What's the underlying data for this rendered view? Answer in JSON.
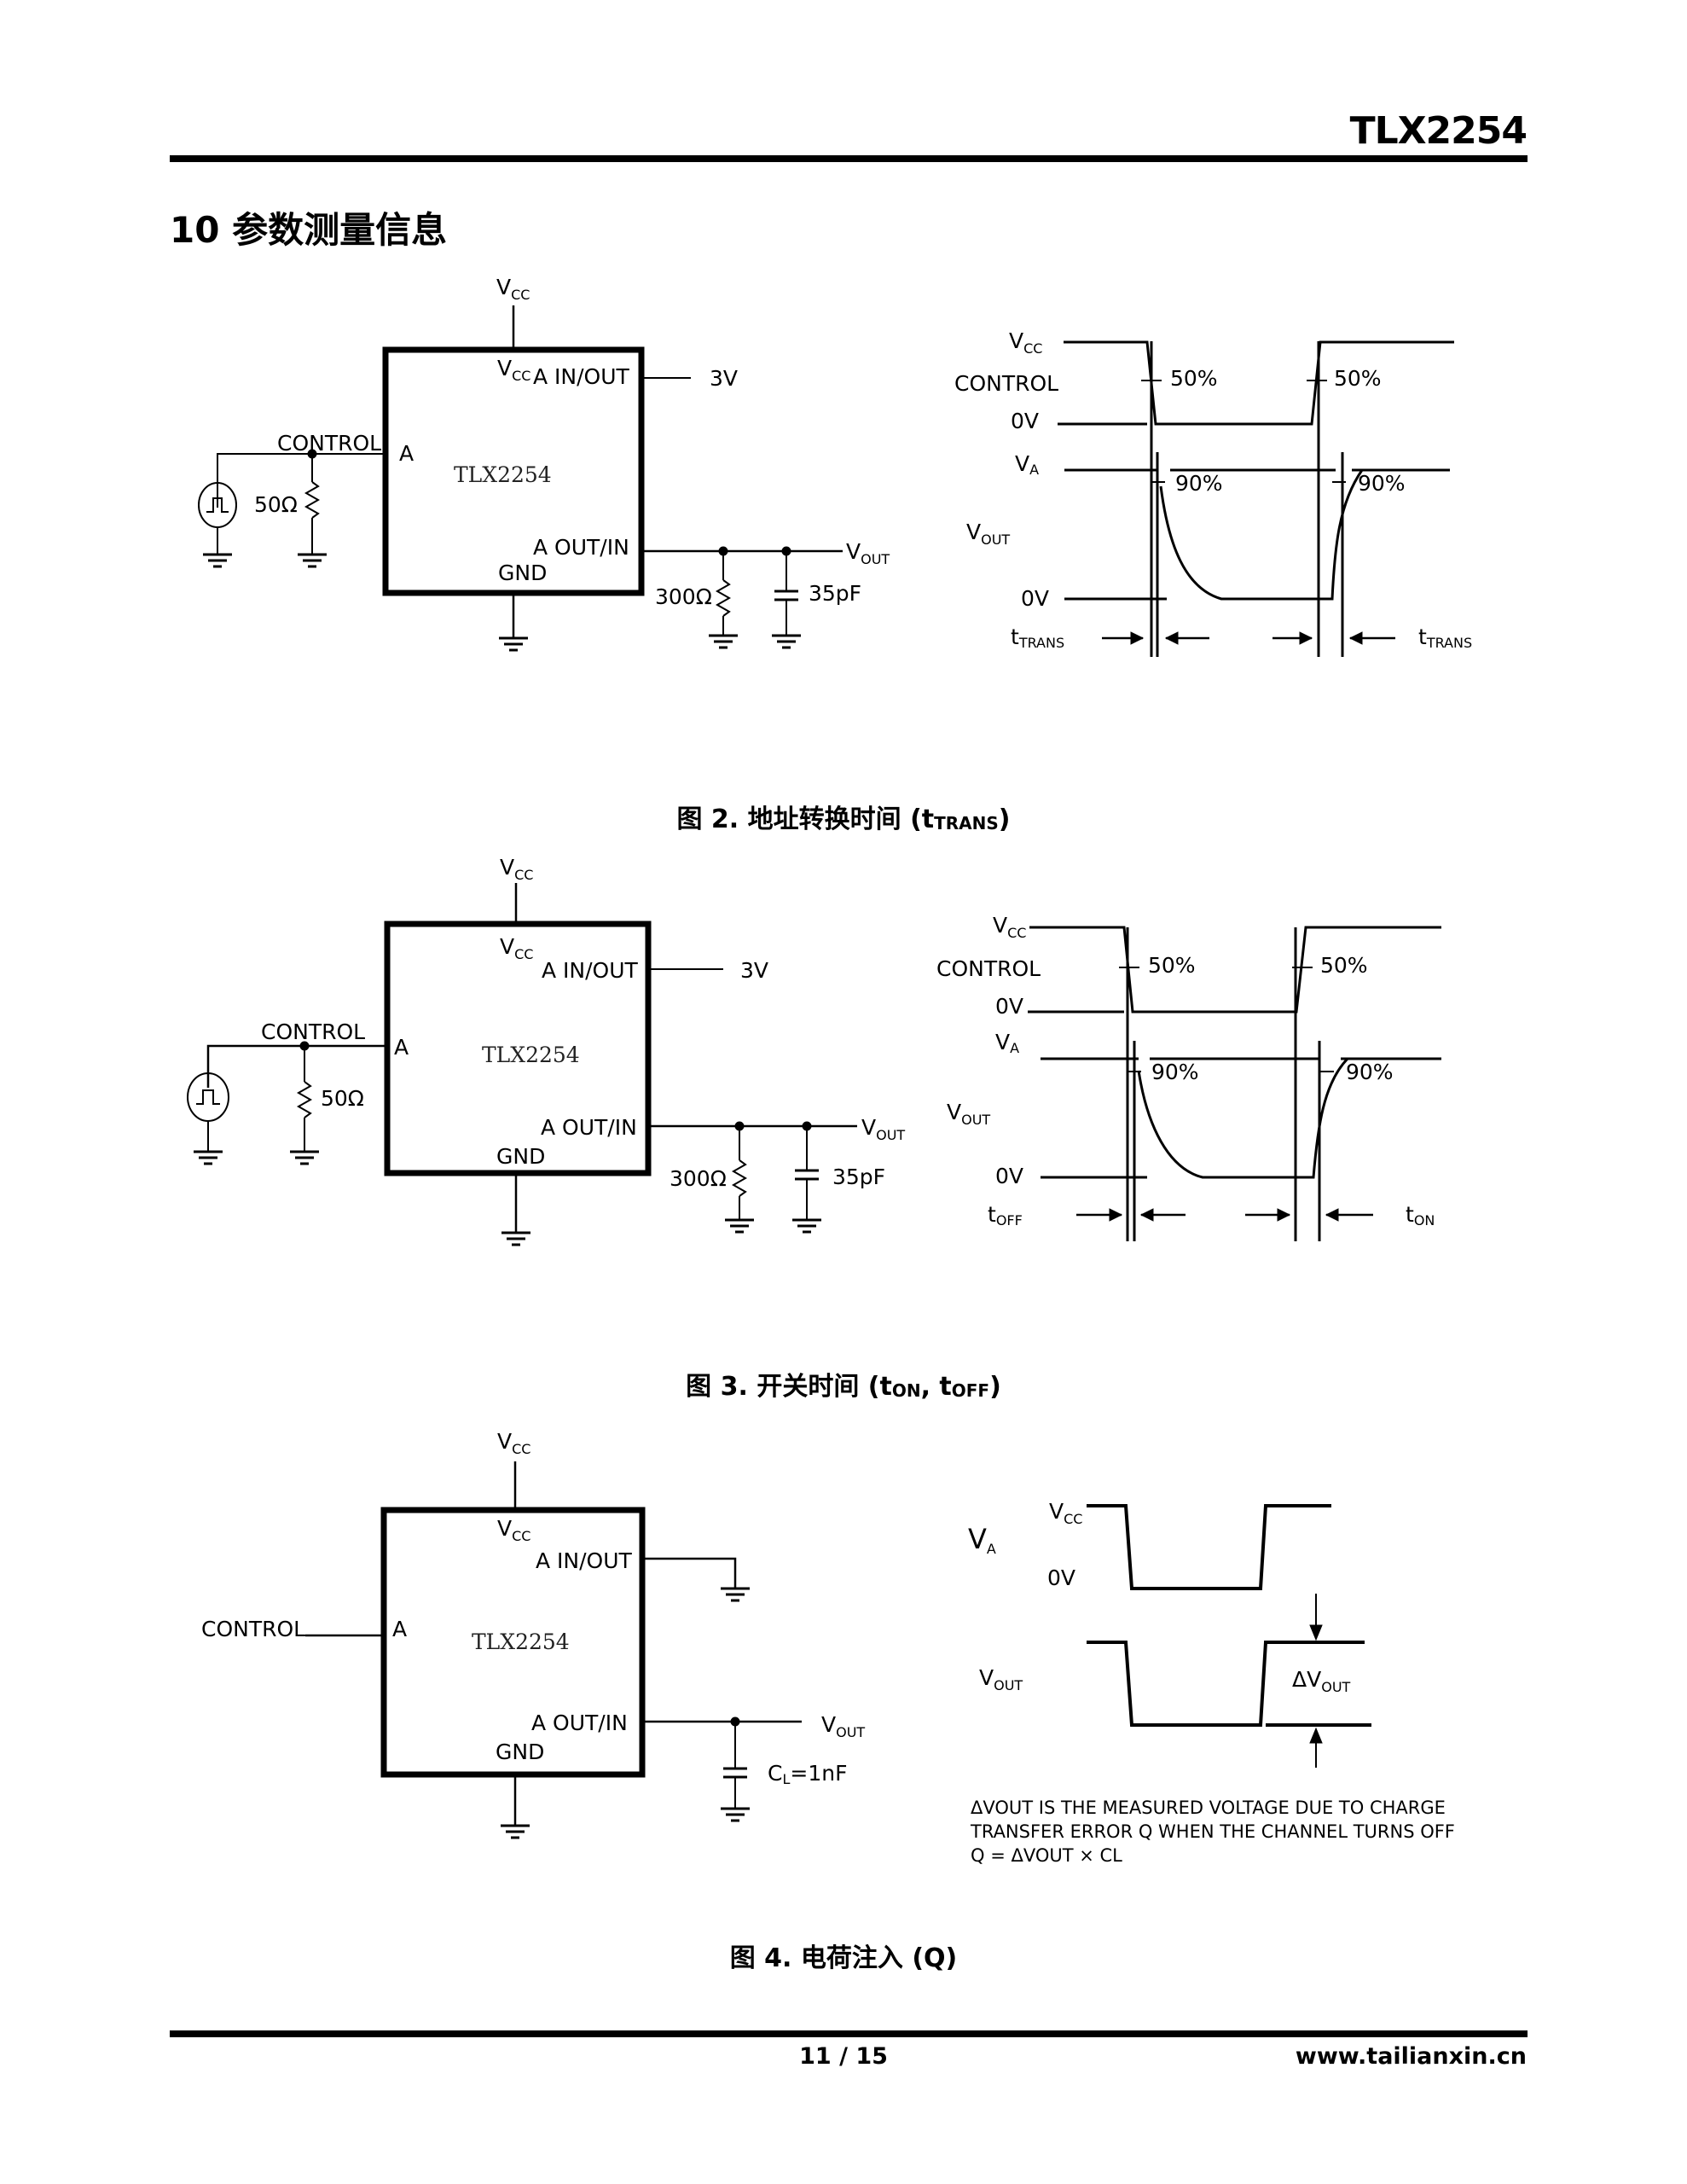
{
  "header": {
    "part_number": "TLX2254"
  },
  "section": {
    "title": "10 参数测量信息"
  },
  "common": {
    "vcc": "V",
    "vcc_sub": "CC",
    "chip": "TLX2254",
    "pin_a": "A",
    "pin_a_in_out": "A IN/OUT",
    "pin_a_out_in": "A OUT/IN",
    "pin_gnd": "GND",
    "control": "CONTROL",
    "vout": "V",
    "vout_sub": "OUT",
    "va": "V",
    "va_sub": "A",
    "zero_v": "0V",
    "pct50": "50%",
    "pct90": "90%"
  },
  "fig2": {
    "source_voltage": "3V",
    "r_control": "50Ω",
    "r_load": "300Ω",
    "c_load": "35pF",
    "t_left": "t",
    "t_left_sub": "TRANS",
    "t_right": "t",
    "t_right_sub": "TRANS",
    "caption_prefix": "图 2. 地址转换时间 (t",
    "caption_sub": "TRANS",
    "caption_suffix": ")"
  },
  "fig3": {
    "source_voltage": "3V",
    "r_control": "50Ω",
    "r_load": "300Ω",
    "c_load": "35pF",
    "t_left": "t",
    "t_left_sub": "OFF",
    "t_right": "t",
    "t_right_sub": "ON",
    "caption_prefix": "图 3. 开关时间 (t",
    "caption_sub1": "ON",
    "caption_mid": ", t",
    "caption_sub2": "OFF",
    "caption_suffix": ")"
  },
  "fig4": {
    "c_load": "C",
    "c_load_sub": "L",
    "c_load_val": "=1nF",
    "delta_vout": "ΔV",
    "delta_vout_sub": "OUT",
    "note_line1": "ΔVOUT IS THE MEASURED VOLTAGE DUE TO CHARGE",
    "note_line2": "TRANSFER ERROR Q WHEN THE CHANNEL TURNS OFF",
    "note_line3": "Q = ΔVOUT × CL",
    "caption": "图 4. 电荷注入 (Q)"
  },
  "footer": {
    "page": "11 / 15",
    "url": "www.tailianxin.cn"
  }
}
